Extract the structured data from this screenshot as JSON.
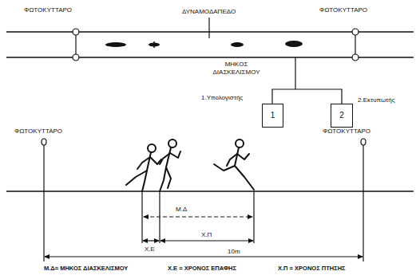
{
  "diagram": {
    "nodes": [
      {
        "text": [
          "1"
        ]
      },
      {
        "text": [
          "2"
        ]
      }
    ],
    "labels": [
      "ΦΩΤΟΚΥΤΤΑΡΟ",
      "ΔΥΝΑΜΟΔΑΠΕΔΟ",
      "ΦΩΤΟΚΥΤΤΑΡΟ",
      "ΜΗΚΟΣ ΔΙΑΣΚΕΛΙΣΜΟΥ",
      "1.Υπολογιστής",
      "2.Εκτυπωτής",
      "ΦΩΤΟΚΥΤΤΑΡΟ",
      "ΦΩΤΟΚΥΤΤΑΡΟ",
      "Μ.Δ",
      "Χ.Ε",
      "Χ.Π",
      "10m",
      "Μ.Δ= ΜΗΚΟΣ ΔΙΑΣΚΕΛΙΣΜΟΥ",
      "Χ.Ε = ΧΡΟΝΟΣ ΕΠΑΦΗΣ",
      "Χ.Π = ΧΡΟΝΟΣ ΠΤΗΣΗΣ"
    ]
  }
}
